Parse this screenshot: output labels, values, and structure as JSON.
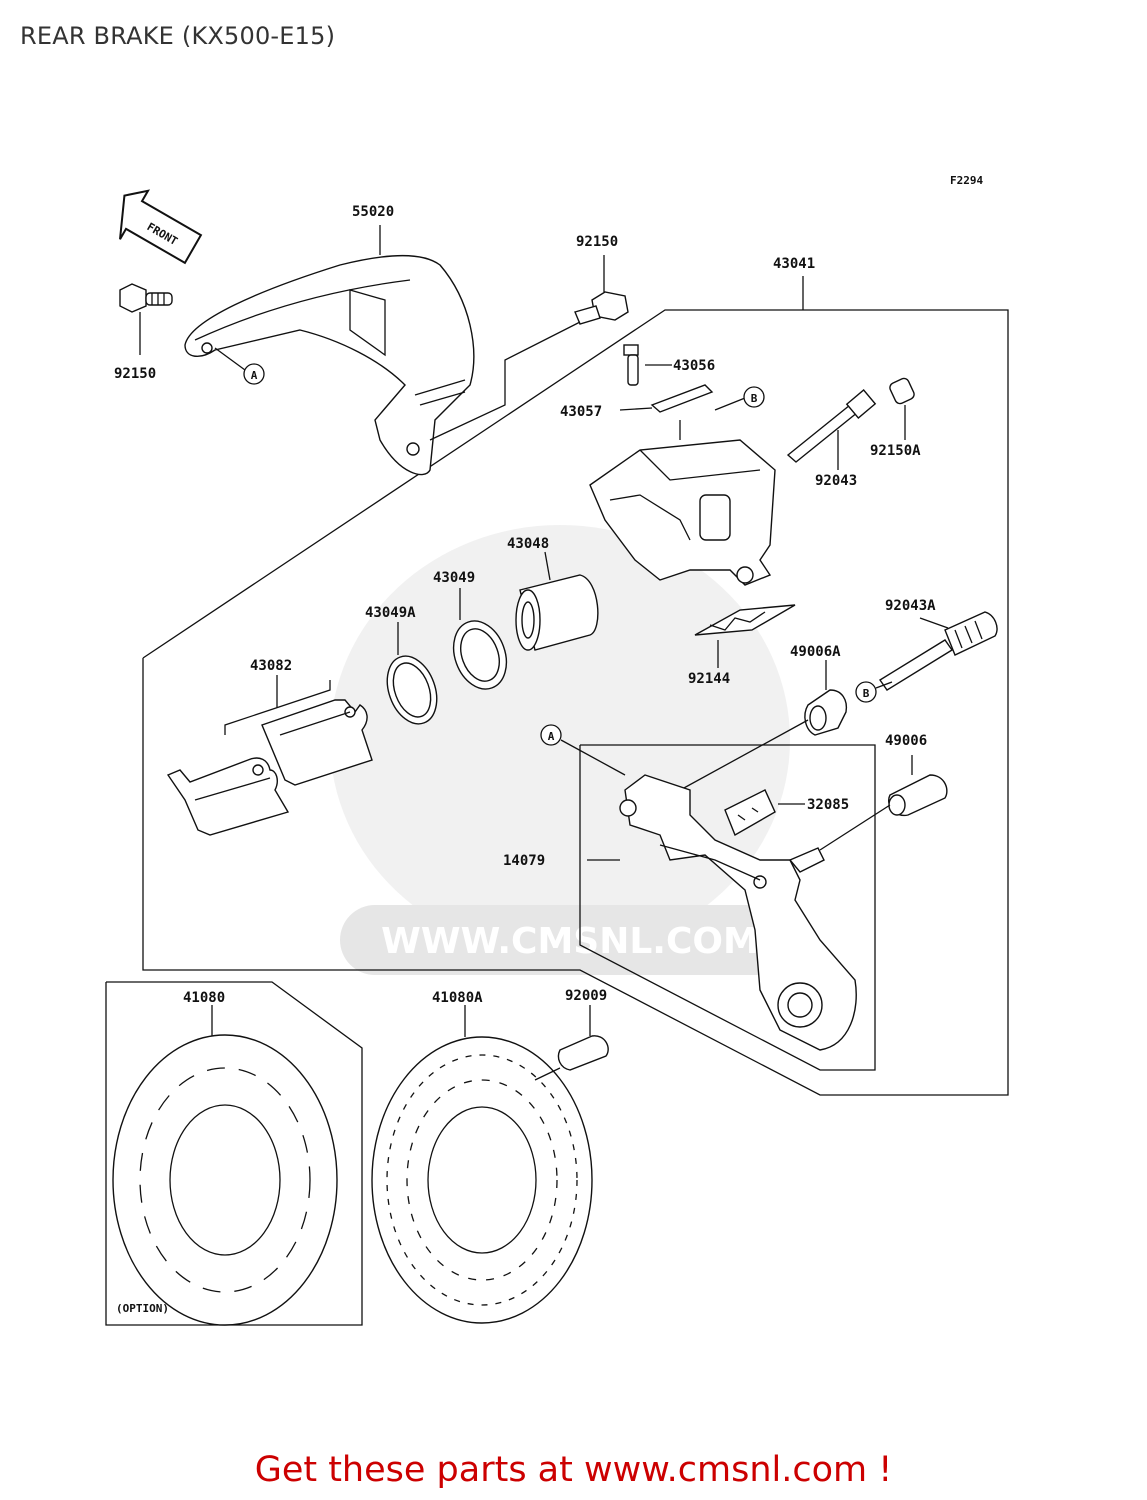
{
  "title": "REAR BRAKE (KX500-E15)",
  "figure_code": "F2294",
  "front_label": "FRONT",
  "option_label": "(OPTION)",
  "watermark": "WWW.CMSNL.COM",
  "footer": "Get these parts at www.cmsnl.com !",
  "ref_markers": {
    "a": "A",
    "b": "B"
  },
  "parts": {
    "p55020": "55020",
    "p92150_left": "92150",
    "p92150_top": "92150",
    "p43041": "43041",
    "p43056": "43056",
    "p43057": "43057",
    "p92043": "92043",
    "p92150a": "92150A",
    "p43048": "43048",
    "p43049": "43049",
    "p43049a": "43049A",
    "p43082": "43082",
    "p92144": "92144",
    "p92043a": "92043A",
    "p49006a": "49006A",
    "p49006": "49006",
    "p32085": "32085",
    "p14079": "14079",
    "p41080": "41080",
    "p41080a": "41080A",
    "p92009": "92009"
  }
}
